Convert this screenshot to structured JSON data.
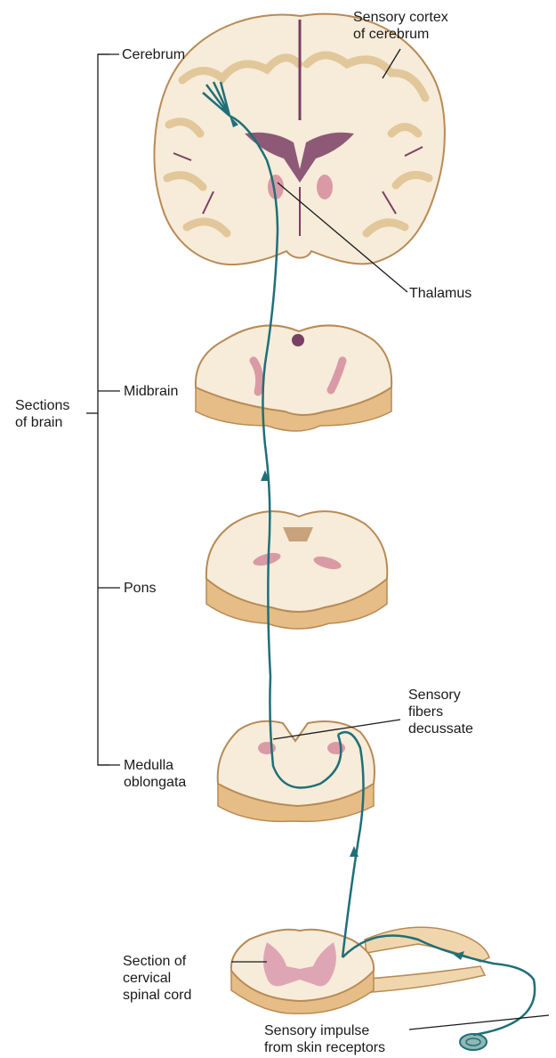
{
  "labels": {
    "sensory_cortex": "Sensory cortex\nof cerebrum",
    "cerebrum": "Cerebrum",
    "thalamus": "Thalamus",
    "midbrain": "Midbrain",
    "sections_of_brain": "Sections\nof brain",
    "pons": "Pons",
    "sensory_fibers": "Sensory\nfibers\ndecussate",
    "medulla": "Medulla\noblongata",
    "section_spinal": "Section of\ncervical\nspinal cord",
    "sensory_impulse": "Sensory impulse\nfrom skin receptors"
  },
  "colors": {
    "pathway": "#1f6f78",
    "tissue": "#f6ecd9",
    "tissue_edge": "#b98a55",
    "gray_matter": "#e7d1ad",
    "ventricle": "#7a3f64",
    "nucleus": "#d99aa6",
    "leader": "#1a1a1a"
  }
}
